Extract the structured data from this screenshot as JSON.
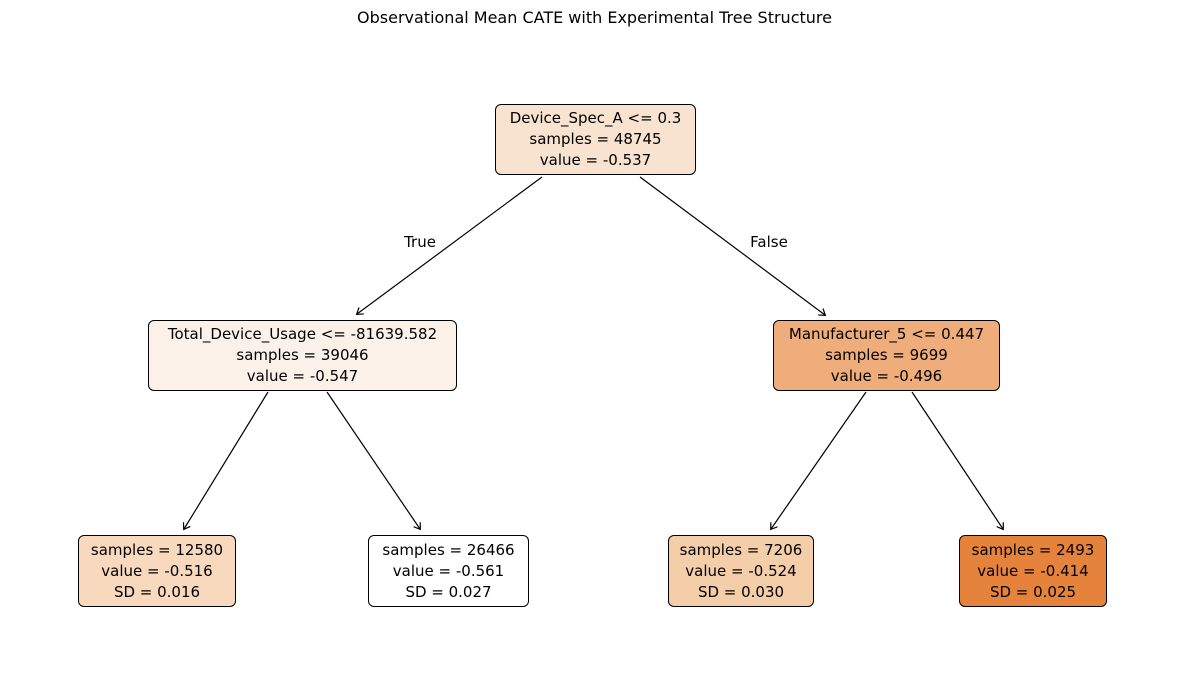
{
  "title": "Observational Mean CATE with Experimental Tree Structure",
  "edge_labels": {
    "left": "True",
    "right": "False"
  },
  "colors": {
    "node_border": "#000000",
    "arrow": "#000000",
    "orange_base": "#e58139",
    "root_fill": "#f8e3d0",
    "left_fill": "#fcf1e9",
    "right_fill": "#f0ad7c",
    "leaf1_fill": "#f8d9bd",
    "leaf2_fill": "#ffffff",
    "leaf3_fill": "#f4cda9",
    "leaf4_fill": "#e5833d"
  },
  "nodes": {
    "root": {
      "condition": "Device_Spec_A <= 0.3",
      "samples": "samples = 48745",
      "value": "value = -0.537",
      "fill": "#f8e3d0"
    },
    "left": {
      "condition": "Total_Device_Usage <= -81639.582",
      "samples": "samples = 39046",
      "value": "value = -0.547",
      "fill": "#fcf1e9"
    },
    "right": {
      "condition": "Manufacturer_5 <= 0.447",
      "samples": "samples = 9699",
      "value": "value = -0.496",
      "fill": "#f0ad7c"
    },
    "leaf1": {
      "samples": "samples = 12580",
      "value": "value = -0.516",
      "sd": "SD = 0.016",
      "fill": "#f8d9bd"
    },
    "leaf2": {
      "samples": "samples = 26466",
      "value": "value = -0.561",
      "sd": "SD = 0.027",
      "fill": "#ffffff"
    },
    "leaf3": {
      "samples": "samples = 7206",
      "value": "value = -0.524",
      "sd": "SD = 0.030",
      "fill": "#f4cda9"
    },
    "leaf4": {
      "samples": "samples = 2493",
      "value": "value = -0.414",
      "sd": "SD = 0.025",
      "fill": "#e5833d"
    }
  },
  "tree_structure": {
    "root": {
      "split": "Device_Spec_A <= 0.3",
      "samples": 48745,
      "value": -0.537,
      "true_branch": {
        "split": "Total_Device_Usage <= -81639.582",
        "samples": 39046,
        "value": -0.547,
        "true_branch": {
          "samples": 12580,
          "value": -0.516,
          "sd": 0.016
        },
        "false_branch": {
          "samples": 26466,
          "value": -0.561,
          "sd": 0.027
        }
      },
      "false_branch": {
        "split": "Manufacturer_5 <= 0.447",
        "samples": 9699,
        "value": -0.496,
        "true_branch": {
          "samples": 7206,
          "value": -0.524,
          "sd": 0.03
        },
        "false_branch": {
          "samples": 2493,
          "value": -0.414,
          "sd": 0.025
        }
      }
    }
  }
}
